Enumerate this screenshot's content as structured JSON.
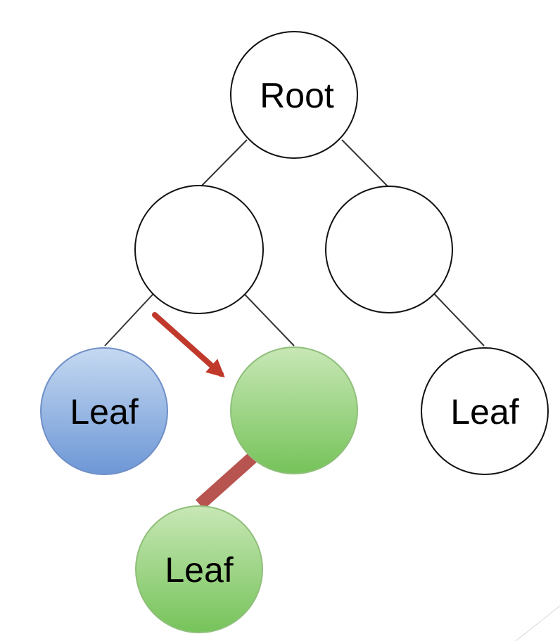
{
  "nodes": {
    "root": {
      "label": "Root"
    },
    "left": {
      "label": ""
    },
    "right": {
      "label": ""
    },
    "left_leaf": {
      "label": "Leaf"
    },
    "inserted": {
      "label": ""
    },
    "new_leaf": {
      "label": "Leaf"
    },
    "right_leaf": {
      "label": "Leaf"
    }
  },
  "colors": {
    "edge": "#333333",
    "node_stroke": "#111111",
    "blue_fill_top": "#c5d9f1",
    "blue_fill_bottom": "#6d97d6",
    "blue_stroke": "#6f8fc7",
    "green_fill_top": "#c8e7b6",
    "green_fill_bottom": "#76c35a",
    "green_stroke": "#8fbf7a",
    "arrow": "#c0392b",
    "highlight_edge": "#b85450"
  }
}
